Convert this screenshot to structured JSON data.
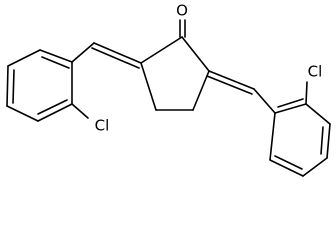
{
  "molecule": {
    "atoms": {
      "oxygen": "O",
      "chlorine_left": "Cl",
      "chlorine_right": "Cl"
    },
    "colors": {
      "bond": "#000000",
      "background": "#ffffff"
    }
  }
}
